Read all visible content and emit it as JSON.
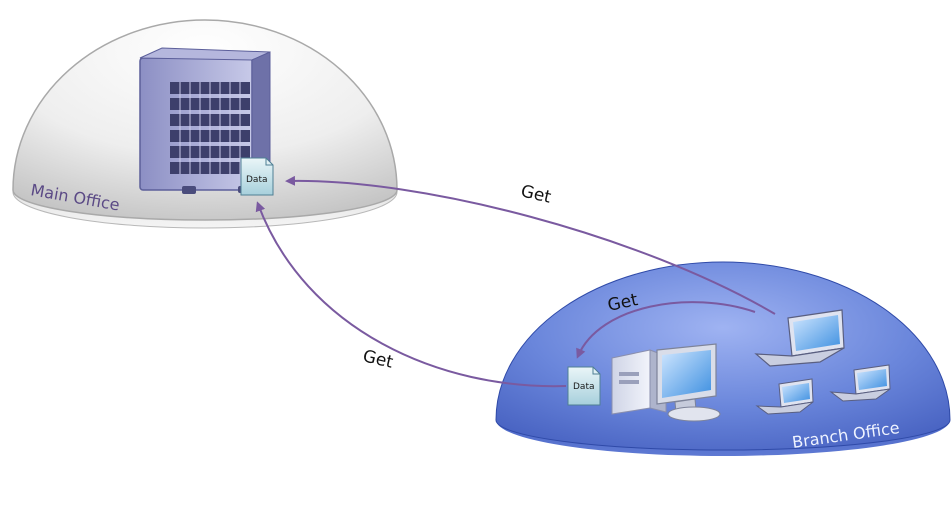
{
  "locations": {
    "main_office": "Main Office",
    "branch_office": "Branch Office"
  },
  "documents": {
    "main_data_label": "Data",
    "branch_data_label": "Data"
  },
  "flows": [
    {
      "label": "Get"
    },
    {
      "label": "Get"
    },
    {
      "label": "Get"
    }
  ],
  "colors": {
    "arrow": "#7a5aa0",
    "main_dome": "#e8e8e8",
    "branch_dome": "#4a68c8",
    "main_label": "#5b4a86",
    "branch_label": "#eef3ff"
  }
}
